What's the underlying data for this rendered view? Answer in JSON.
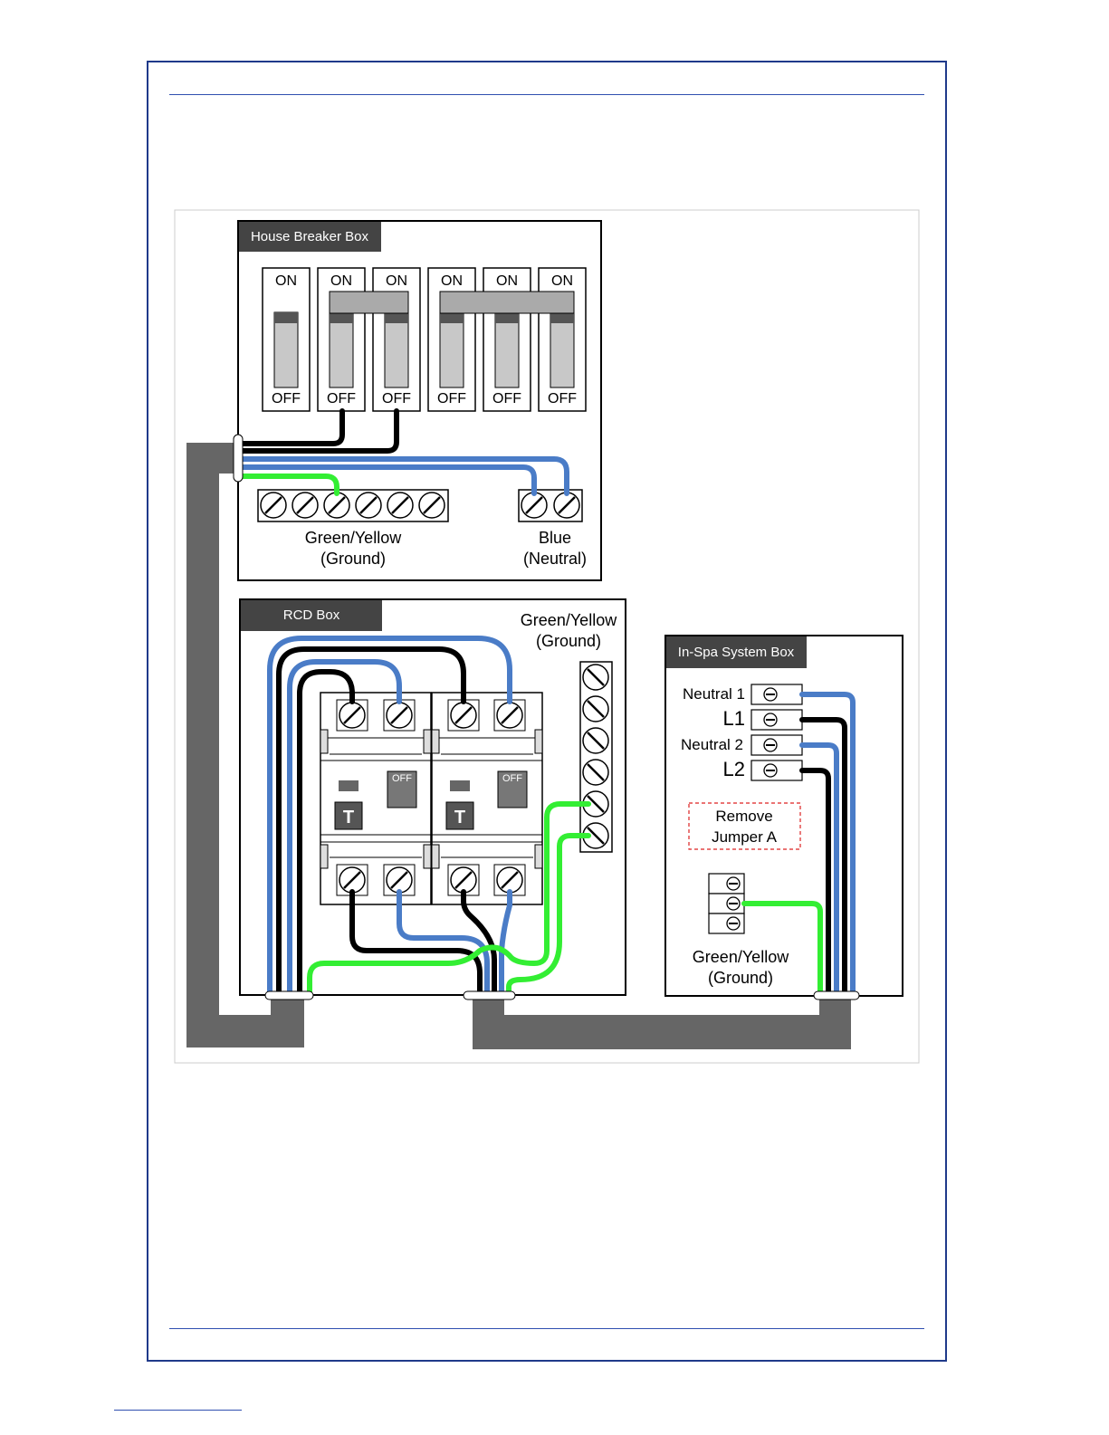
{
  "house_box": {
    "title": "House Breaker Box",
    "breaker_on": "ON",
    "breaker_off": "OFF",
    "ground_bar_label_1": "Green/Yellow",
    "ground_bar_label_2": "(Ground)",
    "neutral_bar_label_1": "Blue",
    "neutral_bar_label_2": "(Neutral)"
  },
  "rcd_box": {
    "title": "RCD Box",
    "ground_label_1": "Green/Yellow",
    "ground_label_2": "(Ground)",
    "test_button": "T",
    "switch_label": "OFF"
  },
  "spa_box": {
    "title": "In-Spa System Box",
    "terminal_neutral1": "Neutral 1",
    "terminal_l1": "L1",
    "terminal_neutral2": "Neutral 2",
    "terminal_l2": "L2",
    "note_line1": "Remove",
    "note_line2": "Jumper A",
    "ground_label_1": "Green/Yellow",
    "ground_label_2": "(Ground)"
  },
  "colors": {
    "blue_wire": "#4a7cc7",
    "black_wire": "#000000",
    "green_wire": "#33ee33",
    "conduit": "#666666",
    "title_tab": "#444444",
    "note_border": "#dd2222",
    "page_rule": "#2f4fb0"
  }
}
